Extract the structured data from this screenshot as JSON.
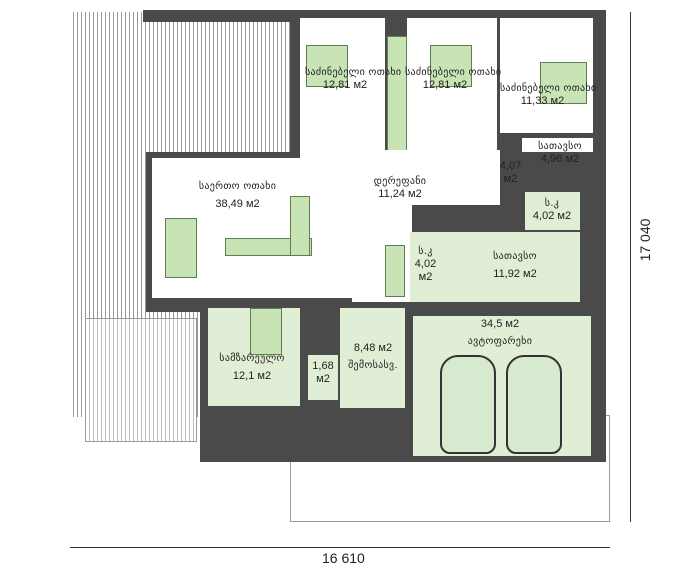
{
  "rooms": {
    "bedroom1": {
      "name": "საძინებელი ოთახი",
      "area": "12,81 м2"
    },
    "bedroom2": {
      "name": "საძინებელი ოთახი",
      "area": "12,81 м2"
    },
    "bedroom3": {
      "name": "საძინებელი ოთახი",
      "area": "11,33 м2"
    },
    "storage1": {
      "name": "სათავსო",
      "area": "4,96 м2"
    },
    "closet": {
      "area": "4,07 м2"
    },
    "corridor": {
      "name": "დერეფანი",
      "area": "11,24 м2"
    },
    "living": {
      "name": "საერთო ოთახი",
      "area": "38,49 м2"
    },
    "bath1": {
      "name": "ს.კ",
      "area": "4,02 м2"
    },
    "bath2": {
      "name": "ს.კ",
      "area": "4,02 м2"
    },
    "storage2": {
      "name": "სათავსო",
      "area": "11,92 м2"
    },
    "garage": {
      "name": "ავტოფარეხი",
      "area": "34,5 м2"
    },
    "kitchen": {
      "name": "სამზარეულო",
      "area": "12,1 м2"
    },
    "pantry": {
      "area": "1,68 м2"
    },
    "entrance": {
      "name": "შემოსასვ.",
      "area": "8,48 м2"
    }
  },
  "dimensions": {
    "width": "16 610",
    "depth": "17 040"
  }
}
